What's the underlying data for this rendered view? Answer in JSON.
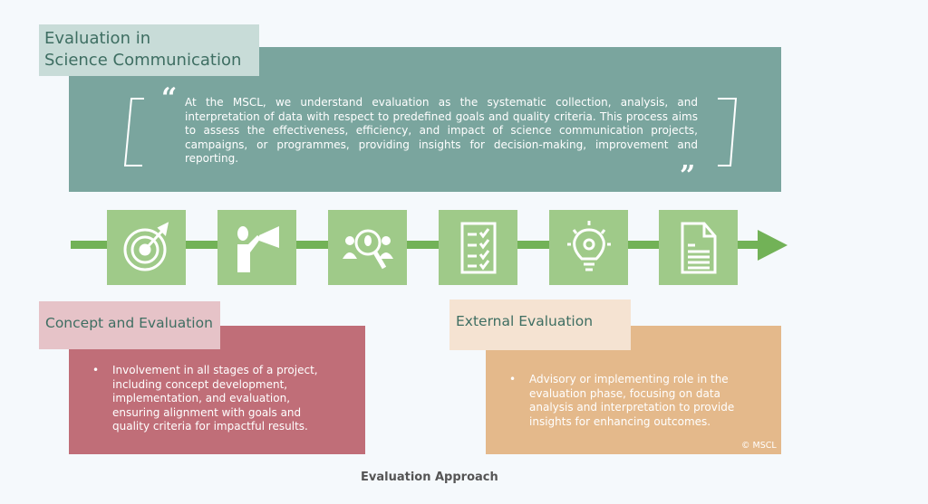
{
  "header": {
    "title_line1": "Evaluation in",
    "title_line2": "Science Communication"
  },
  "quote": {
    "open_mark": "“",
    "close_mark": "”",
    "text": "At the MSCL, we understand evaluation as the systematic collection, analysis, and interpretation of data with respect to predefined goals and quality criteria. This process aims to assess the effectiveness, efficiency, and impact of science communication projects, campaigns, or programmes, providing insights for decision-making, improvement and reporting."
  },
  "steps": [
    {
      "icon": "target-icon"
    },
    {
      "icon": "megaphone-person-icon"
    },
    {
      "icon": "people-search-icon"
    },
    {
      "icon": "checklist-icon"
    },
    {
      "icon": "lightbulb-gear-icon"
    },
    {
      "icon": "document-icon"
    }
  ],
  "concept": {
    "title": "Concept and Evaluation",
    "bullet": "•",
    "text": "Involvement in all stages of a project, including concept development, implementation, and evaluation, ensuring alignment with goals and quality criteria for impactful results."
  },
  "external": {
    "title": "External Evaluation",
    "bullet": "•",
    "text": "Advisory or implementing role in the evaluation phase, focusing on data analysis and interpretation to provide insights for enhancing outcomes."
  },
  "copyright": "© MSCL",
  "caption": "Evaluation Approach",
  "colors": {
    "teal": "#7aa59e",
    "green": "#72b257",
    "icon_bg": "#9fca89",
    "rose": "#c06e78",
    "tan": "#e4b98b"
  }
}
